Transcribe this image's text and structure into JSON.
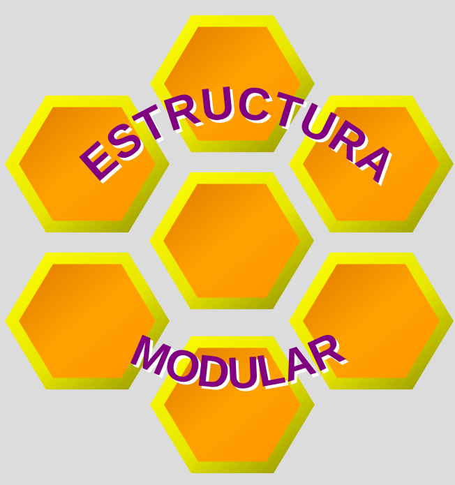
{
  "diagram": {
    "background_color": "#dcdcdc",
    "hexagon_count": 7,
    "hexagon_colors": {
      "outer_bright": "#ffff00",
      "outer_dark": "#8c8c00",
      "inner_light": "#ffa200",
      "inner_dark": "#e07a00"
    },
    "arc_text_top": "ESTRUCTURA",
    "arc_text_bottom": "MODULAR",
    "text_color": "#800080",
    "text_shadow_color": "#ffffff"
  }
}
